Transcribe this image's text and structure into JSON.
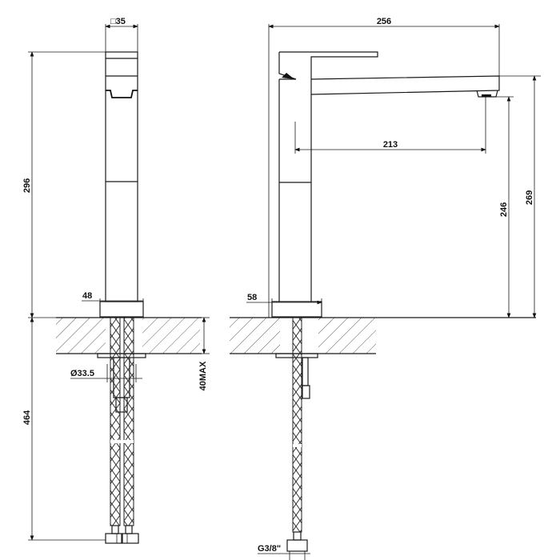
{
  "drawing": {
    "title": "Tall single-lever basin mixer - technical drawing",
    "views": [
      "front-view",
      "side-view"
    ],
    "line_color": "#1a1a1a",
    "background": "#ffffff"
  },
  "front_view": {
    "body_width_label": "□35",
    "overall_height_label": "296",
    "base_width_label": "48",
    "hole_diameter_label": "Ø33.5",
    "counter_thickness_label": "40MAX",
    "hose_length_label": "464"
  },
  "side_view": {
    "overall_depth_label": "256",
    "spout_reach_label": "213",
    "outlet_height_label": "246",
    "spout_top_height_label": "269",
    "base_width_label": "58",
    "connection_label": "G3/8\""
  }
}
